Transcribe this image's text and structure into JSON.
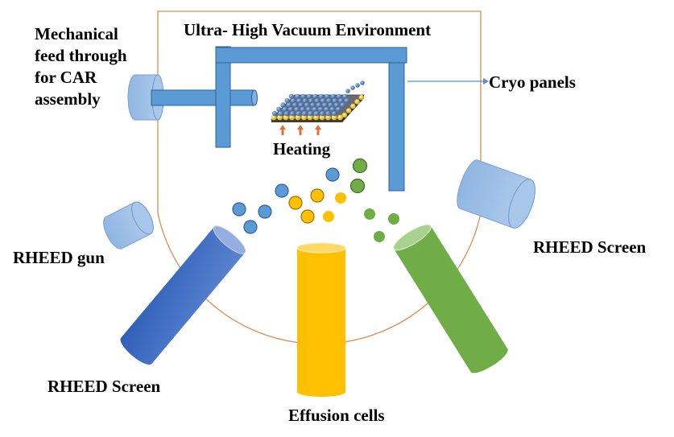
{
  "diagram": {
    "title": "Ultra- High Vacuum Environment",
    "labels": {
      "feedthrough": [
        "Mechanical",
        "feed through",
        "for CAR",
        "assembly"
      ],
      "cryo_panels": "Cryo panels",
      "heating": "Heating",
      "rheed_gun": "RHEED gun",
      "rheed_screen_right": "RHEED Screen",
      "rheed_screen_left": "RHEED Screen",
      "effusion_cells": "Effusion cells"
    },
    "colors": {
      "chamber_outline": "#e08a50",
      "manipulator_blue": "#5b9bd5",
      "manipulator_edge": "#2f5f95",
      "light_blue_cylinder": "#9dc0e6",
      "effusion_blue": "#4472c4",
      "effusion_yellow": "#ffc000",
      "effusion_green": "#70ad47",
      "heat_arrow": "#e2703a",
      "atom_blue": "#4a7fbf",
      "atom_yellow": "#f2c200",
      "substrate": "#555555"
    },
    "particles": {
      "blue_count": 5,
      "yellow_count": 5,
      "green_count": 5
    }
  }
}
